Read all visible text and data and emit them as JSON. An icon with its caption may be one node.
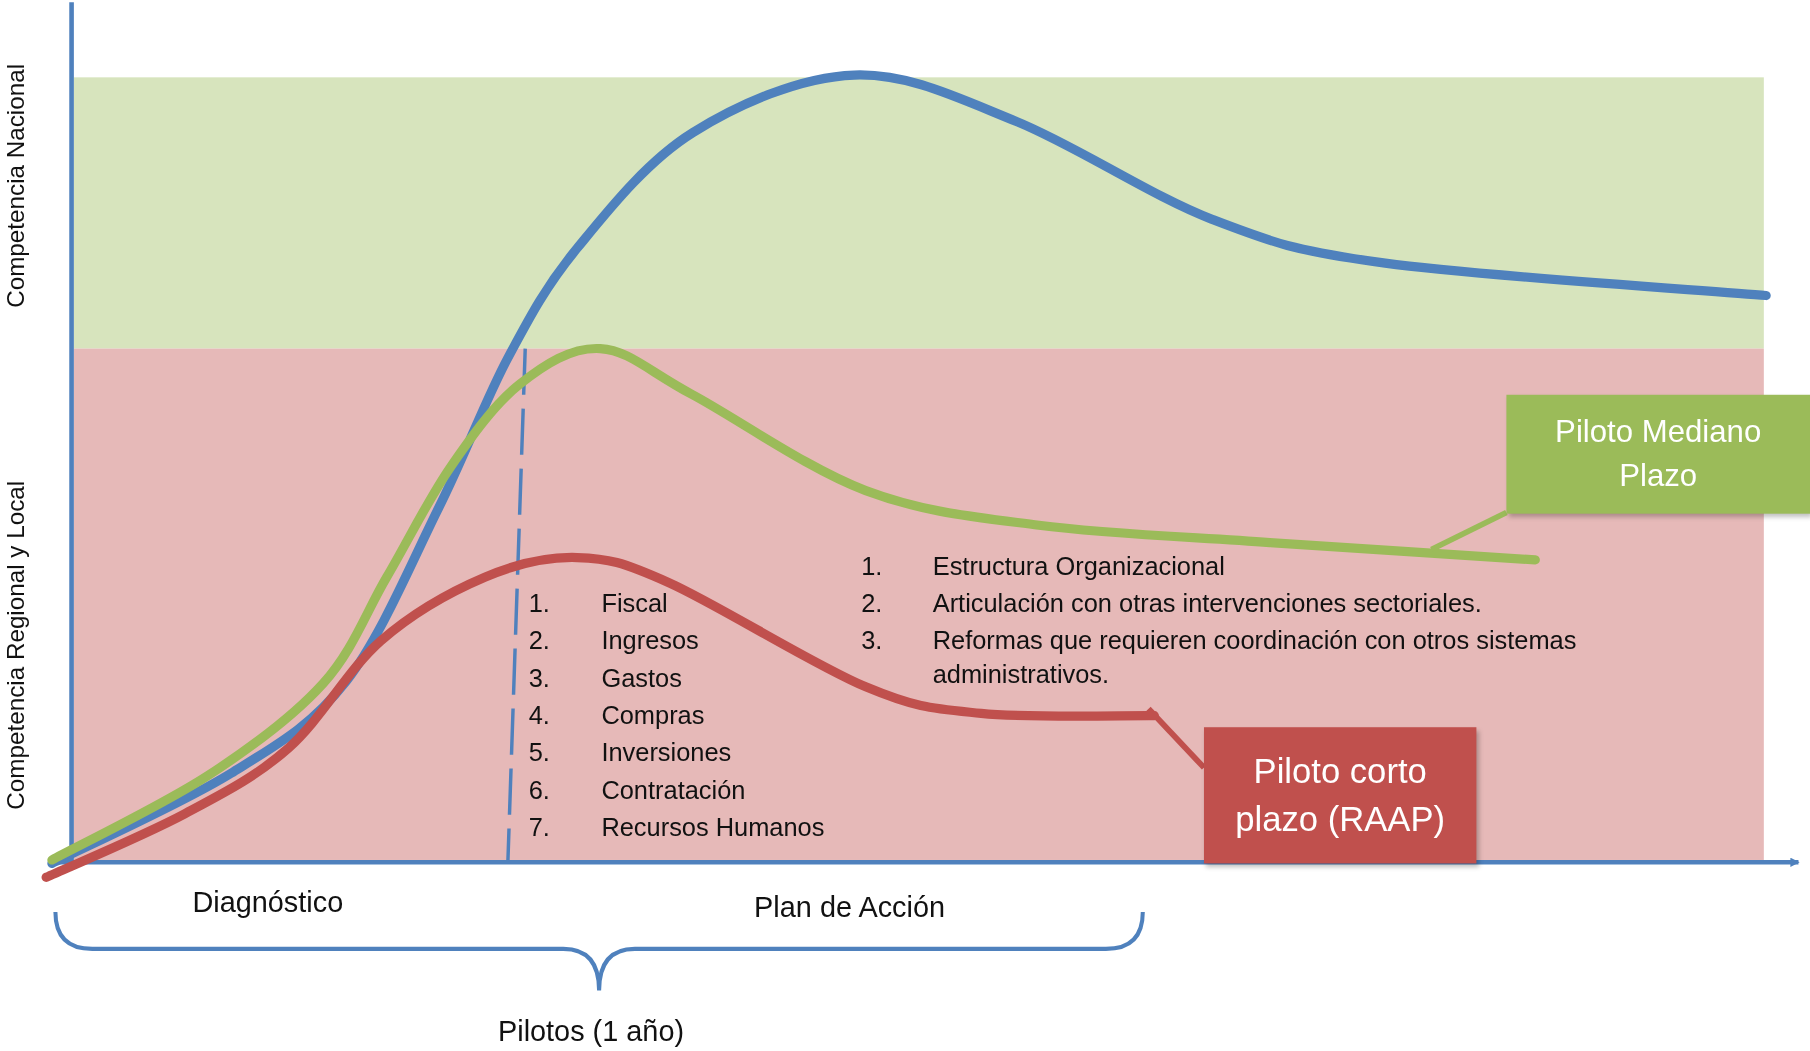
{
  "diagram": {
    "nodes": [
      {
        "text": [
          "Piloto Mediano Plazo"
        ]
      },
      {
        "text": [
          "Piloto corto plazo (RAAP)"
        ]
      }
    ],
    "edges": [
      {
        "from": 0,
        "to": null,
        "arrow": "none",
        "color": "#9bbb59"
      },
      {
        "from": 1,
        "to": null,
        "arrow": "none",
        "color": "#c0504d"
      }
    ],
    "labels": [
      "Competencia Nacional",
      "Competencia Regional y Local",
      "1.",
      "Estructura Organizacional",
      "2.",
      "Articulación con otras intervenciones sectoriales.",
      "3.",
      "Reformas que requieren coordinación con otros sistemas administrativos.",
      "1.",
      "Fiscal",
      "2.",
      "Ingresos",
      "3.",
      "Gastos",
      "4.",
      "Compras",
      "5.",
      "Inversiones",
      "6.",
      "Contratación",
      "7.",
      "Recursos Humanos",
      "Diagnóstico",
      "Plan de Acción",
      "Pilotos (1 año)"
    ]
  }
}
